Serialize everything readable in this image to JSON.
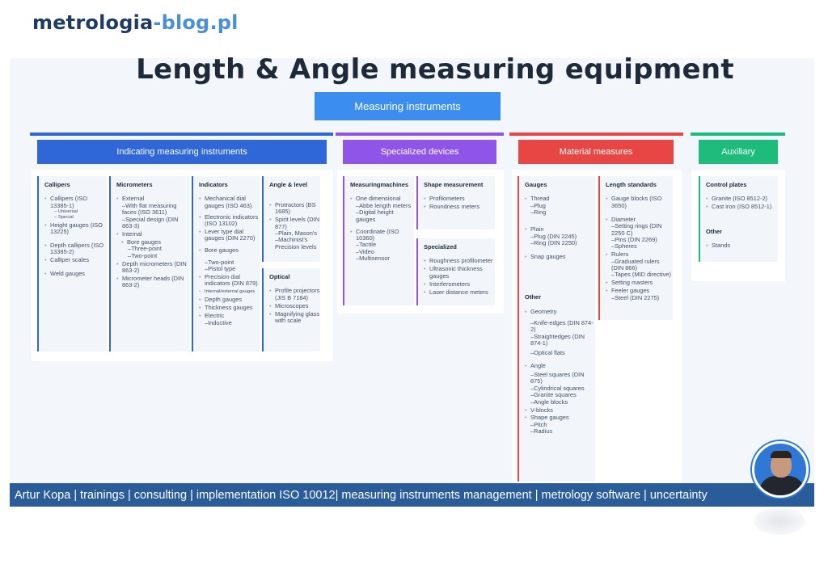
{
  "brand": {
    "part1": "metrologia",
    "part2": "-blog.pl"
  },
  "title": "Length & Angle measuring equipment",
  "root": "Measuring instruments",
  "groups": {
    "indicating": {
      "label": "Indicating measuring instruments",
      "color": "#2f66d8"
    },
    "specialized": {
      "label": "Specialized devices",
      "color": "#8f55e8"
    },
    "material": {
      "label": "Material measures",
      "color": "#e84545"
    },
    "auxiliary": {
      "label": "Auxiliary",
      "color": "#1dbb7c"
    }
  },
  "callipers": {
    "h": "Callipers",
    "i1": "Callipers (ISO 13385-1)",
    "s1": "– Universal",
    "s2": "– Special",
    "i2": "Height gauges (ISO 13225)",
    "i3": "Depth callipers (ISO 13385-2)",
    "i4": "Calliper scales",
    "i5": "Weld gauges"
  },
  "micrometers": {
    "h": "Micrometers",
    "i1": "External",
    "i1a": "–With flat measuring faces (ISO 3611)",
    "i1b": "–Special design (DIN 863-3)",
    "i2": "Internal",
    "i2a": "Bore gauges",
    "i2b": "–Three-point",
    "i2c": "–Two-point",
    "i3": "Depth micrometers (DIN 863-2)",
    "i4": "Micrometer heads (DIN 863-2)"
  },
  "indicators": {
    "h": "Indicators",
    "i1": "Mechanical dial gauges (ISO 463)",
    "i2": "Electronic indicators (ISO 13102)",
    "i3": "Lever type dial gauges (DIN 2270)",
    "i4": "Bore gauges",
    "i4a": "–Two-point",
    "i4b": "–Pistol type",
    "i5": "Precision dial indicators (DIN 879)",
    "i6": "Internal/external gauges",
    "i7": "Depth gauges",
    "i8": "Thickness gauges",
    "i9": "Electric",
    "i9a": "–Inductive"
  },
  "angle": {
    "h": "Angle & level",
    "i1": "Protractors (BS 1685)",
    "i2": "Spirit levels (DIN 877)",
    "i2a": "–Plain, Mason's",
    "i2b": "–Machinist's Precision levels"
  },
  "optical": {
    "h": "Optical",
    "i1": "Profile projectors (JIS B 7184)",
    "i2": "Microscopes",
    "i3": "Magnifying glass with scale"
  },
  "machines": {
    "h": "Measuringmachines",
    "i1": "One dimensional",
    "i1a": "–Abbe length meters",
    "i1b": "–Digital height gauges",
    "i2": "Coordinate (ISO 10360)",
    "i2a": "–Tactile",
    "i2b": "–Video",
    "i2c": "–Multisensor"
  },
  "shape": {
    "h": "Shape measurement",
    "i1": "Profilometers",
    "i2": "Roundness meters"
  },
  "specialized": {
    "h": "Specialized",
    "i1": "Roughness profilometer",
    "i2": "Ultrasonic thickness gauges",
    "i3": "Interferometers",
    "i4": "Laser distance meters"
  },
  "gauges": {
    "h": "Gauges",
    "i1": "Thread",
    "i1a": "–Plug",
    "i1b": "–Ring",
    "i2": "Plain",
    "i2a": "–Plug (DIN 2245)",
    "i2b": "–Ring (DIN 2250)",
    "i3": "Snap gauges"
  },
  "other_gauges": {
    "h": "Other",
    "i1": "Geometry",
    "i1a": "–Knife-edges (DIN 874-2)",
    "i1b": "–Straightedges (DIN 874-1)",
    "i1c": "–Optical flats",
    "i2": "Angle",
    "i2a": "–Steel squares (DIN 875)",
    "i2b": "–Cylindrical squares",
    "i2c": "–Granite squares",
    "i2d": "–Angle blocks",
    "i3": "V-blocks",
    "i4": "Shape gauges",
    "i4a": "–Pitch",
    "i4b": "–Radius"
  },
  "length": {
    "h": "Length standards",
    "i1": "Gauge blocks (ISO 3650)",
    "i2": "Diameter",
    "i2a": "–Setting rings (DIN 2250 C)",
    "i2b": "–Pins (DIN 2269)",
    "i2c": "–Spheres",
    "i3": "Rulers",
    "i3a": "–Graduated rulers (DIN 866)",
    "i3b": "–Tapes (MID directive)",
    "i4": "Setting masters",
    "i5": "Feeler gauges",
    "i5a": "–Steel (DIN 2275)"
  },
  "control": {
    "h": "Control plates",
    "i1": "Granite (ISO 8512-2)",
    "i2": "Cast iron (ISO 8512-1)"
  },
  "aux_other": {
    "h": "Other",
    "i1": "Stands"
  },
  "footer": "Artur Kopa | trainings | consulting | implementation ISO 10012| measuring instruments management | metrology software | uncertainty"
}
